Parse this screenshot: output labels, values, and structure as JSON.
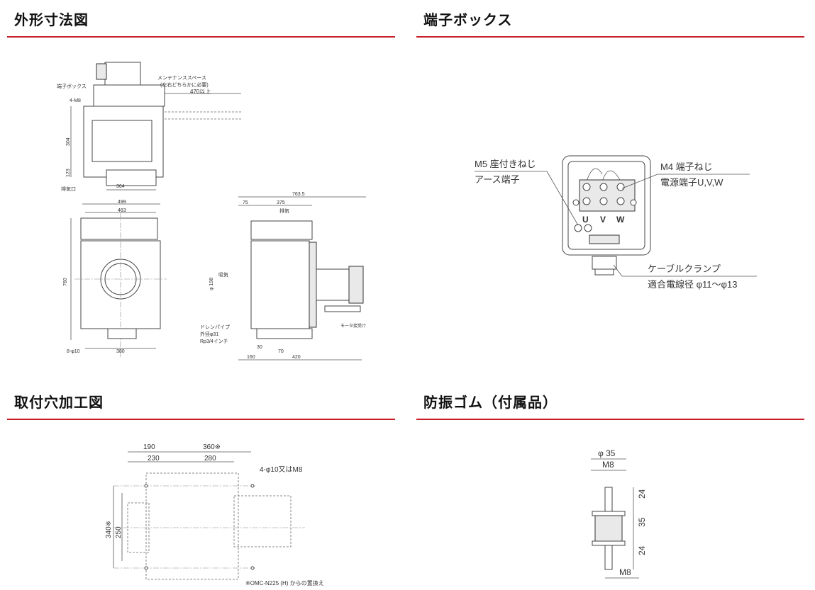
{
  "sections": {
    "outline": {
      "title": "外形寸法図",
      "labels": {
        "terminal_box": "端子ボックス",
        "maintenance_space": "メンテナンススペース",
        "maintenance_note": "(左右どちらかに必要)",
        "maintenance_dim": "470以上",
        "bolts": "4-M8",
        "h304": "304",
        "h123": "123",
        "exhaust_port": "排気口",
        "w364": "364",
        "w499": "499",
        "w463": "463",
        "h760": "760",
        "holes": "8-φ10",
        "w380": "380",
        "w7635": "763.5",
        "w75": "75",
        "w375": "375",
        "exhaust": "排気",
        "intake": "吸気",
        "d198": "φ 198",
        "drain_pipe": "ドレンパイプ",
        "drain_od": "外径φ31",
        "drain_thread": "Rp3/4インチ",
        "motor_mount": "モータ接受け",
        "d30": "30",
        "d70": "70",
        "d160": "160",
        "d420": "420"
      }
    },
    "terminal": {
      "title": "端子ボックス",
      "labels": {
        "m5_screw": "M5 座付きねじ",
        "earth_terminal": "アース端子",
        "m4_screw": "M4 端子ねじ",
        "power_terminal": "電源端子U,V,W",
        "u": "U",
        "v": "V",
        "w": "W",
        "cable_clamp": "ケーブルクランプ",
        "cable_dia": "適合電線径 φ11〜φ13"
      }
    },
    "mounting": {
      "title": "取付穴加工図",
      "labels": {
        "d190": "190",
        "d360": "360※",
        "d230": "230",
        "d280": "280",
        "holes": "4-φ10又はM8",
        "h340": "340※",
        "h250": "250",
        "note": "※OMC-N225 (H) からの置換え"
      }
    },
    "rubber": {
      "title": "防振ゴム（付属品）",
      "labels": {
        "dia": "φ 35",
        "m8_top": "M8",
        "h24a": "24",
        "h35": "35",
        "h24b": "24",
        "m8_bottom": "M8"
      }
    }
  }
}
